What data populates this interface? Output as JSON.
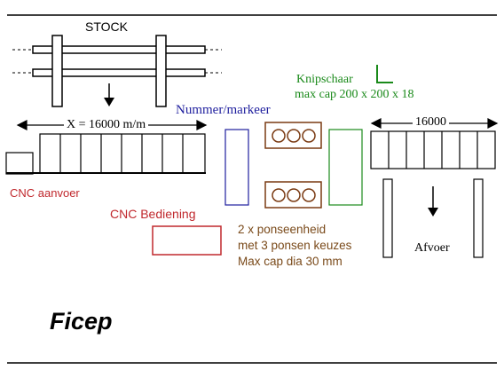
{
  "labels": {
    "stock": "STOCK",
    "x_length": "X = 16000 m/m",
    "cnc_feed": "CNC aanvoer",
    "cnc_control": "CNC Bediening",
    "numbering_marking": "Nummer/markeer",
    "shear": "Knipschaar",
    "shear_capacity": "max cap 200 x 200 x 18",
    "outfeed_length": "16000",
    "outfeed": "Afvoer",
    "punch_line1": "2 x ponseenheid",
    "punch_line2": "met 3 ponsen keuzes",
    "punch_line3": "Max cap dia 30 mm",
    "brand": "Ficep"
  },
  "colors": {
    "black": "#000000",
    "feed_red": "#c0282d",
    "marking_blue": "#1f1f9e",
    "shear_green": "#1a8a1a",
    "punch_brown": "#7a3a12",
    "punch_text": "#7a4a1a"
  },
  "icons": [
    "stock-down-arrow-icon",
    "outfeed-down-arrow-icon",
    "shear-angle-profile-icon",
    "punch-circle-icon"
  ]
}
